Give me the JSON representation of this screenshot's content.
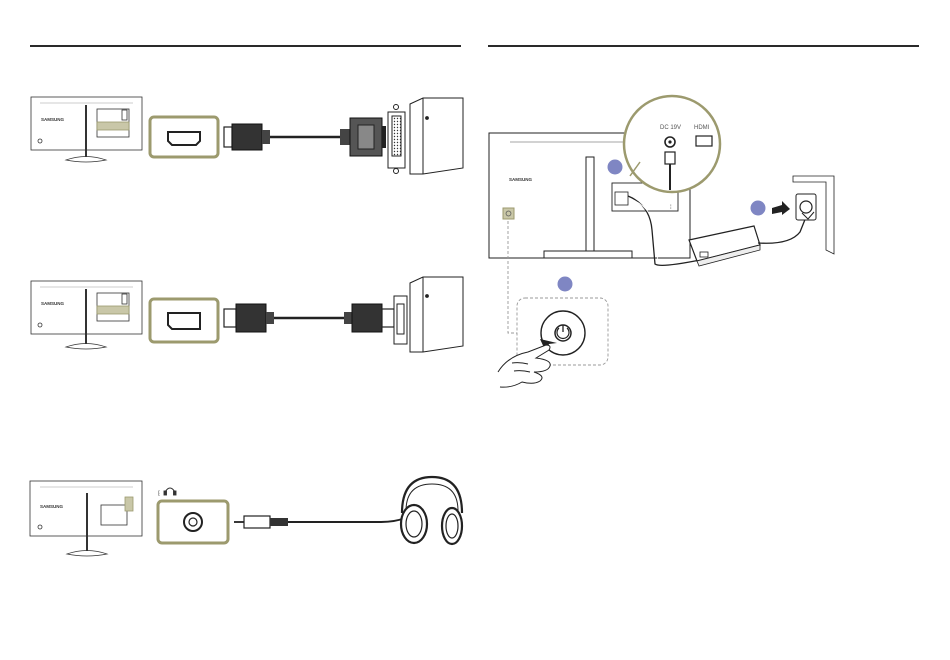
{
  "left_panel": {
    "connections": [
      {
        "port_icon": "hdmi-port-icon",
        "cable": "hdmi-to-dvi-cable",
        "device": "pc-tower-dvi-icon"
      },
      {
        "port_icon": "displayport-port-icon",
        "cable": "displayport-cable",
        "device": "pc-tower-displayport-icon"
      },
      {
        "port_icon": "headphone-jack-icon",
        "cable": "audio-cable",
        "device": "headphones-icon"
      }
    ],
    "headphone_symbol": "headphone-icon"
  },
  "right_panel": {
    "port_labels": [
      "DC 19V",
      "HDMI"
    ],
    "monitor_brand": "SAMSUNG",
    "steps": [
      "",
      "",
      ""
    ],
    "power_button_icon": "power-icon"
  },
  "colors": {
    "accent_olive": "#9c9a6e",
    "step_circle": "#7f86c3",
    "line": "#333333"
  }
}
